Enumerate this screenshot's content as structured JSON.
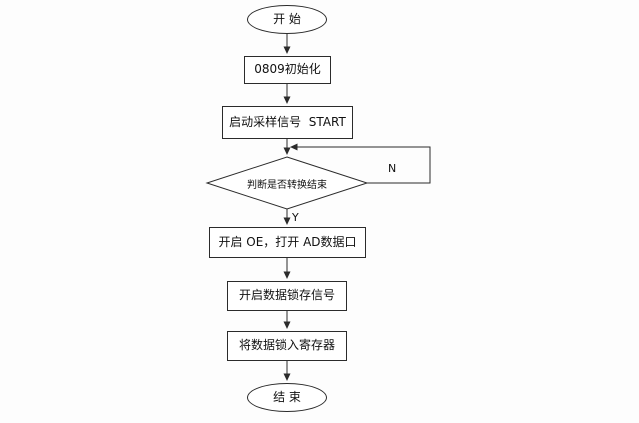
{
  "flowchart": {
    "nodes": {
      "start": {
        "label": "开 始",
        "type": "terminator"
      },
      "init": {
        "label": "0809初始化",
        "type": "process"
      },
      "sample": {
        "label": "启动采样信号  START",
        "type": "process"
      },
      "decision": {
        "label": "判断是否转换结束",
        "type": "decision"
      },
      "open_oe": {
        "label": "开启 OE，打开 AD数据口",
        "type": "process"
      },
      "latch": {
        "label": "开启数据锁存信号",
        "type": "process"
      },
      "register": {
        "label": "将数据锁入寄存器",
        "type": "process"
      },
      "end": {
        "label": "结 束",
        "type": "terminator"
      }
    },
    "branches": {
      "no": "N",
      "yes": "Y"
    },
    "colors": {
      "stroke": "#2b2b2b",
      "node_fill": "#ffffff",
      "background": "#fdfdfd"
    }
  }
}
